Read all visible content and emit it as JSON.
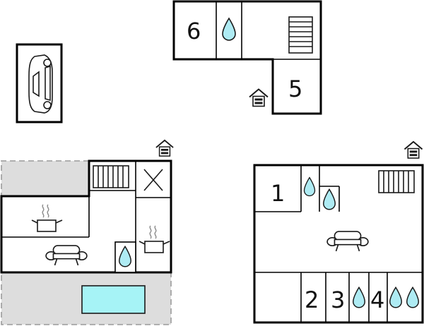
{
  "rooms": {
    "r1": "1",
    "r2": "2",
    "r3": "3",
    "r4": "4",
    "r5": "5",
    "r6": "6"
  },
  "colors": {
    "wall": "#000000",
    "terrace": "#dddddd",
    "water": "#aeebf3",
    "pool": "#a6f3f6",
    "grey_line": "#9a9a9a"
  },
  "icons": [
    "car-icon",
    "house-entrance-icon",
    "staircase-icon",
    "water-drop-icon",
    "sofa-icon",
    "cooking-pot-icon",
    "cross-void-icon",
    "pool-icon"
  ]
}
